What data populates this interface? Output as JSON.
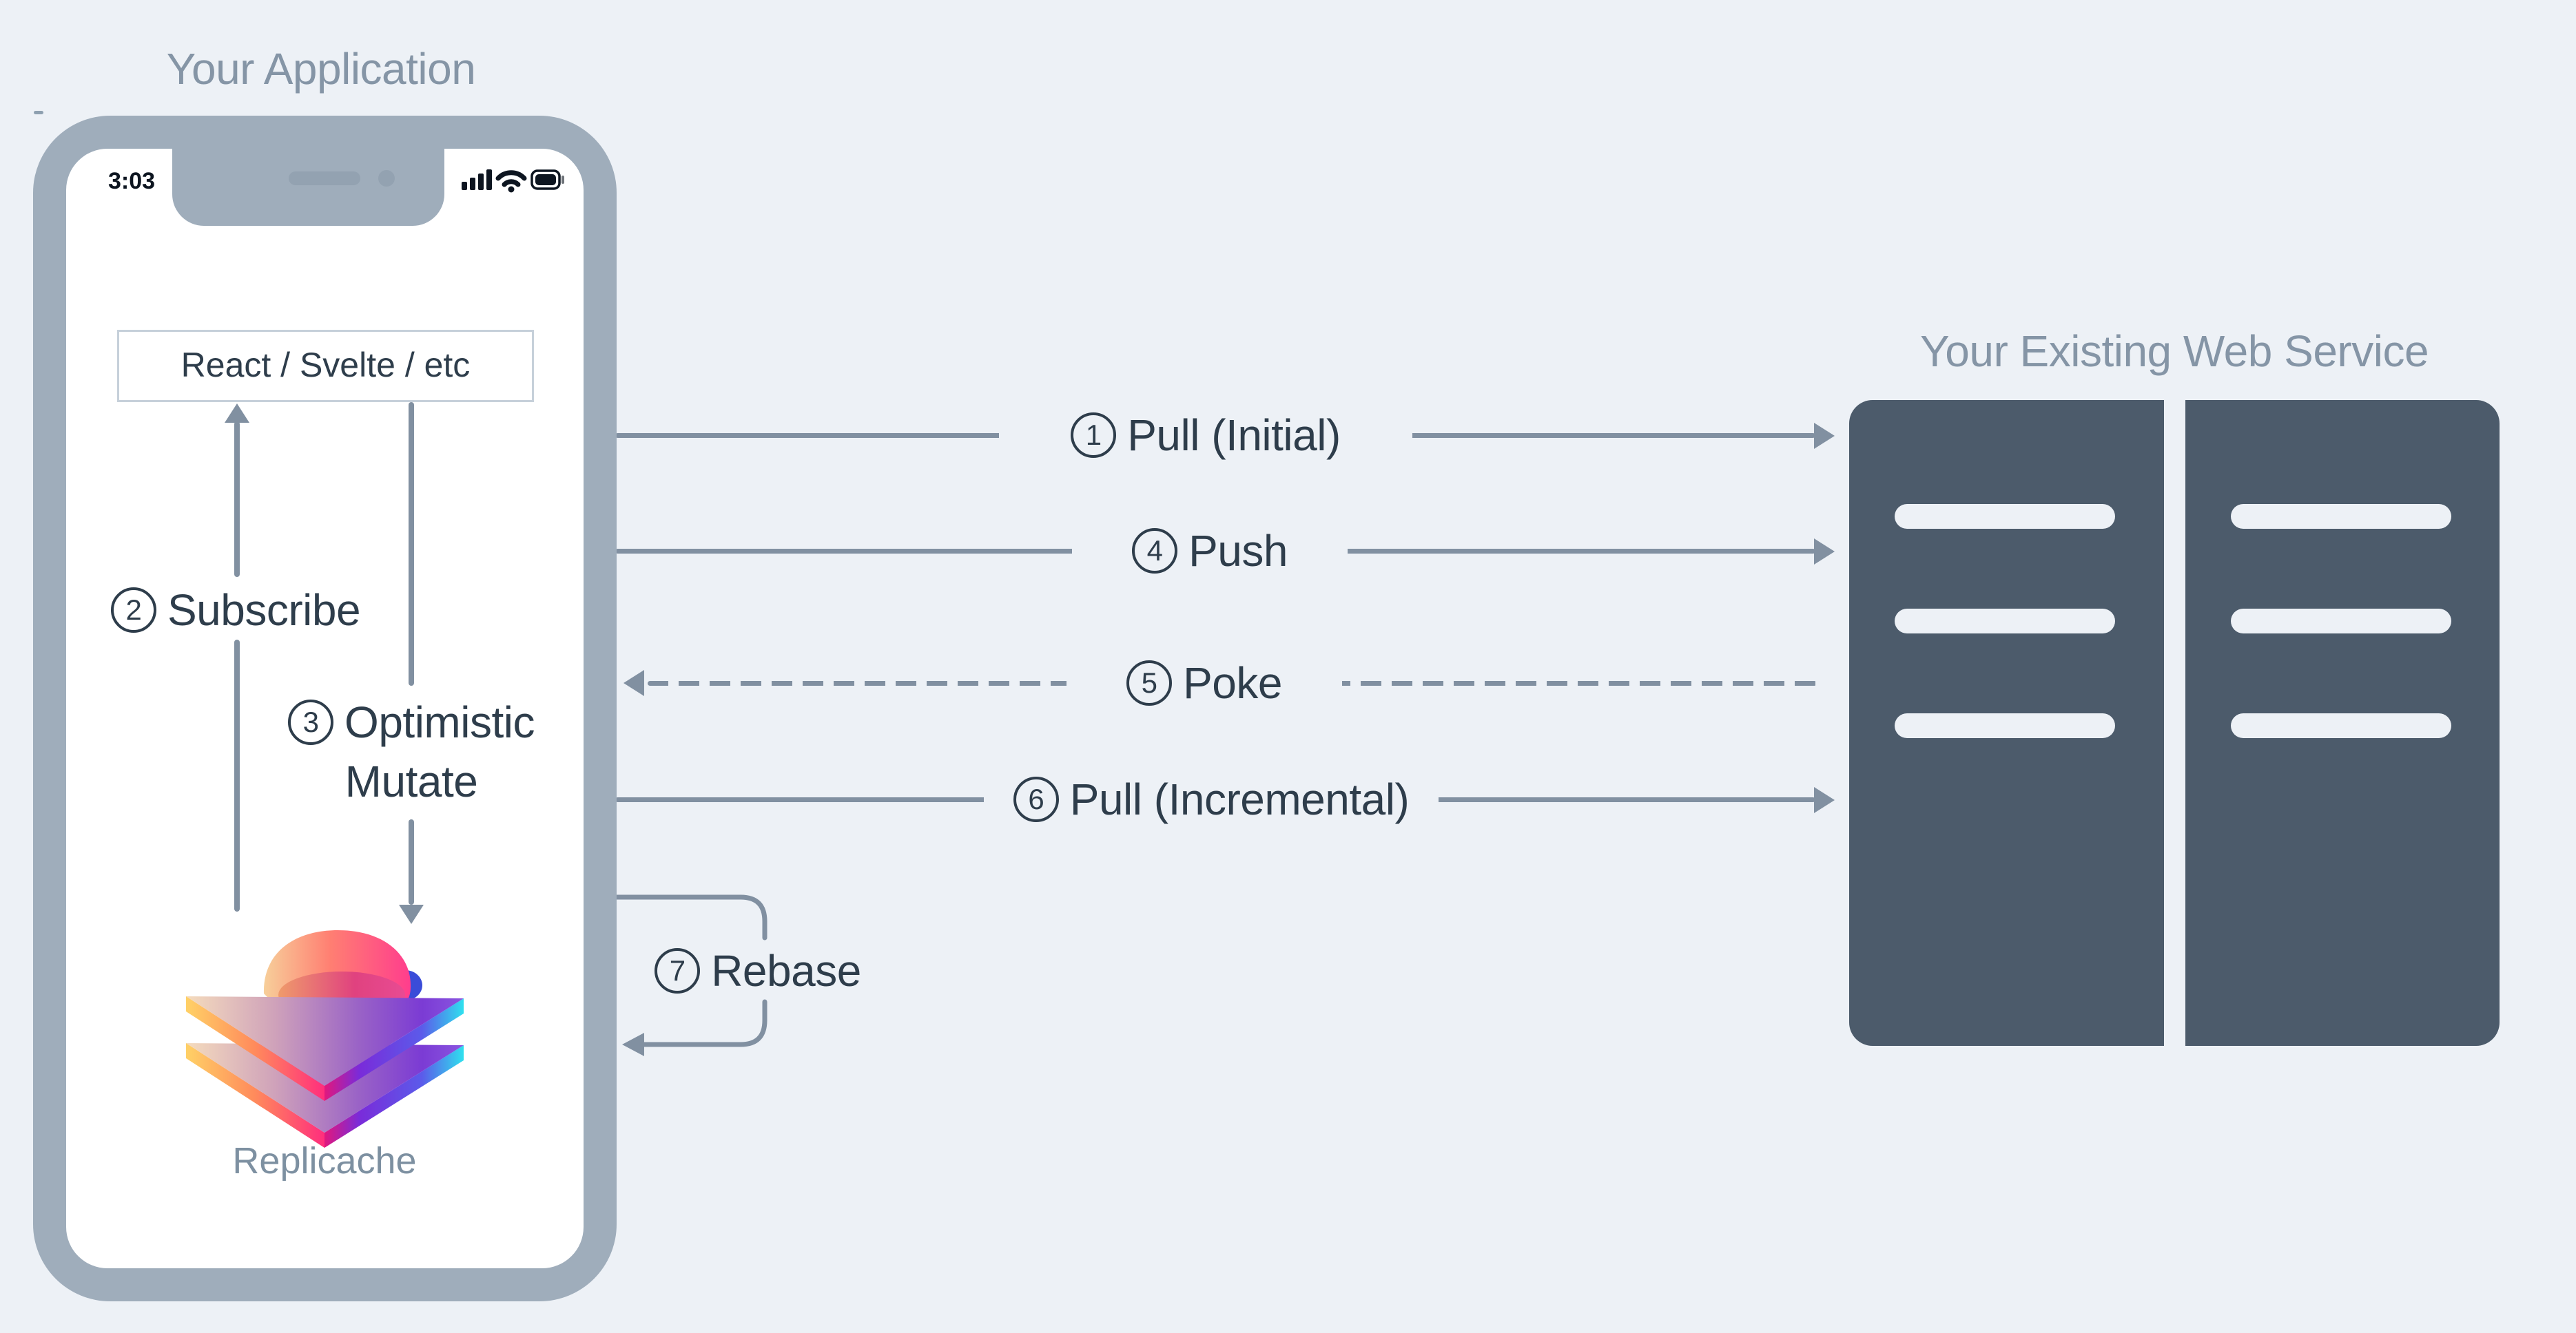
{
  "diagram": {
    "left": {
      "title": "Your Application",
      "status_time": "3:03",
      "framework_box": "React / Svelte / etc",
      "logo_caption": "Replicache"
    },
    "right": {
      "title": "Your Existing Web Service"
    },
    "flows": {
      "pull_initial": {
        "num": "1",
        "label": "Pull (Initial)"
      },
      "subscribe": {
        "num": "2",
        "label": "Subscribe"
      },
      "optimistic_mutate": {
        "num": "3",
        "line1": "Optimistic",
        "line2": "Mutate"
      },
      "push": {
        "num": "4",
        "label": "Push"
      },
      "poke": {
        "num": "5",
        "label": "Poke"
      },
      "pull_incremental": {
        "num": "6",
        "label": "Pull (Incremental)"
      },
      "rebase": {
        "num": "7",
        "label": "Rebase"
      }
    },
    "colors": {
      "background": "#edf1f6",
      "phone_frame": "#9fadbb",
      "arrow": "#8190a1",
      "label_text": "#2e3d4b",
      "muted_title": "#8595a6",
      "server": "#4c5b6b",
      "logo_pink": "#ff3d8d",
      "logo_orange": "#ffd166",
      "logo_purple": "#7b3bd4",
      "logo_cyan": "#2fe0ee"
    }
  }
}
